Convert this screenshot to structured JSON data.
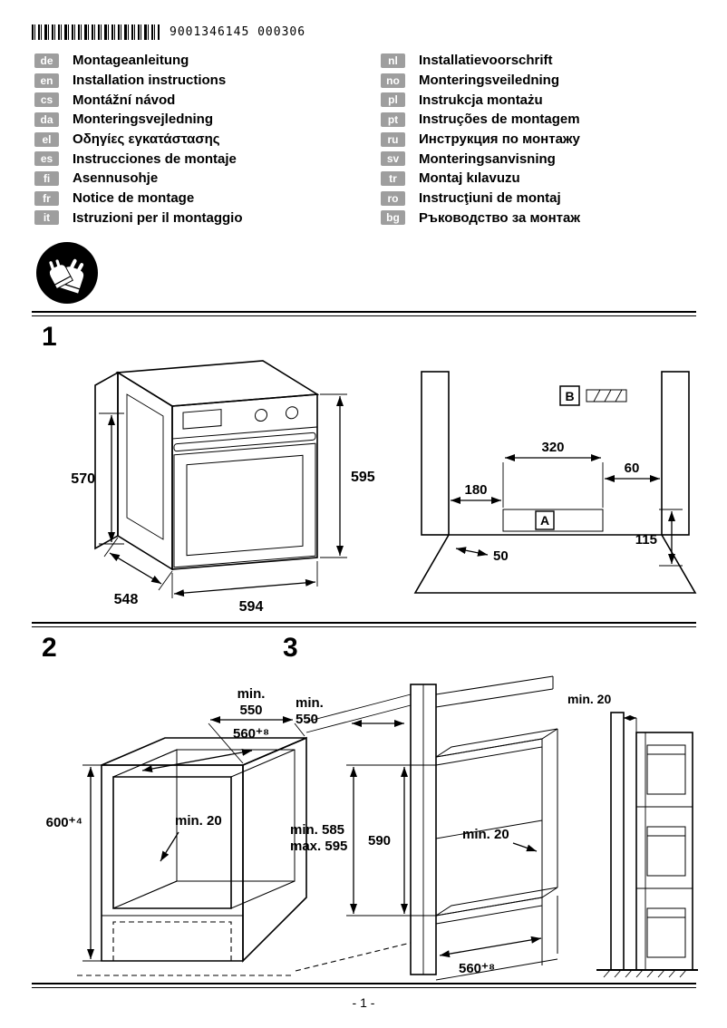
{
  "header": {
    "barcode_text": "9001346145  000306"
  },
  "languages": {
    "left": [
      {
        "code": "de",
        "title": "Montageanleitung"
      },
      {
        "code": "en",
        "title": "Installation instructions"
      },
      {
        "code": "cs",
        "title": "Montážní návod"
      },
      {
        "code": "da",
        "title": "Monteringsvejledning"
      },
      {
        "code": "el",
        "title": "Οδηγίες εγκατάστασης"
      },
      {
        "code": "es",
        "title": "Instrucciones de montaje"
      },
      {
        "code": "fi",
        "title": "Asennusohje"
      },
      {
        "code": "fr",
        "title": "Notice de montage"
      },
      {
        "code": "it",
        "title": "Istruzioni per il montaggio"
      }
    ],
    "right": [
      {
        "code": "nl",
        "title": "Installatievoorschrift"
      },
      {
        "code": "no",
        "title": "Monteringsveiledning"
      },
      {
        "code": "pl",
        "title": "Instrukcja montażu"
      },
      {
        "code": "pt",
        "title": "Instruções de montagem"
      },
      {
        "code": "ru",
        "title": "Инструкция по монтажу"
      },
      {
        "code": "sv",
        "title": "Monteringsanvisning"
      },
      {
        "code": "tr",
        "title": "Montaj kılavuzu"
      },
      {
        "code": "ro",
        "title": "Instrucţiuni de montaj"
      },
      {
        "code": "bg",
        "title": "Ръководство за монтаж"
      }
    ]
  },
  "icons": {
    "gloves": "wear-protective-gloves"
  },
  "sections": {
    "fig1": "1",
    "fig2": "2",
    "fig3": "3"
  },
  "fig1_oven": {
    "height_front": "570",
    "height_total": "595",
    "depth": "548",
    "width": "594"
  },
  "fig1_niche": {
    "callout_b": "B",
    "strip_width": "320",
    "right_gap": "60",
    "left_offset": "180",
    "callout_a": "A",
    "plinth_height": "115",
    "front_offset": "50"
  },
  "fig2": {
    "depth_min_word": "min.",
    "depth_value": "550",
    "niche_width": "560⁺⁸",
    "niche_height": "600⁺⁴",
    "back_gap": "min. 20"
  },
  "fig3": {
    "depth_min_word": "min.",
    "depth_value": "550",
    "height_min": "min. 585",
    "height_max": "max. 595",
    "niche_height": "590",
    "back_gap": "min. 20",
    "niche_width": "560⁺⁸",
    "side_wall_gap": "min. 20"
  },
  "footer": {
    "page_number": "- 1 -"
  }
}
